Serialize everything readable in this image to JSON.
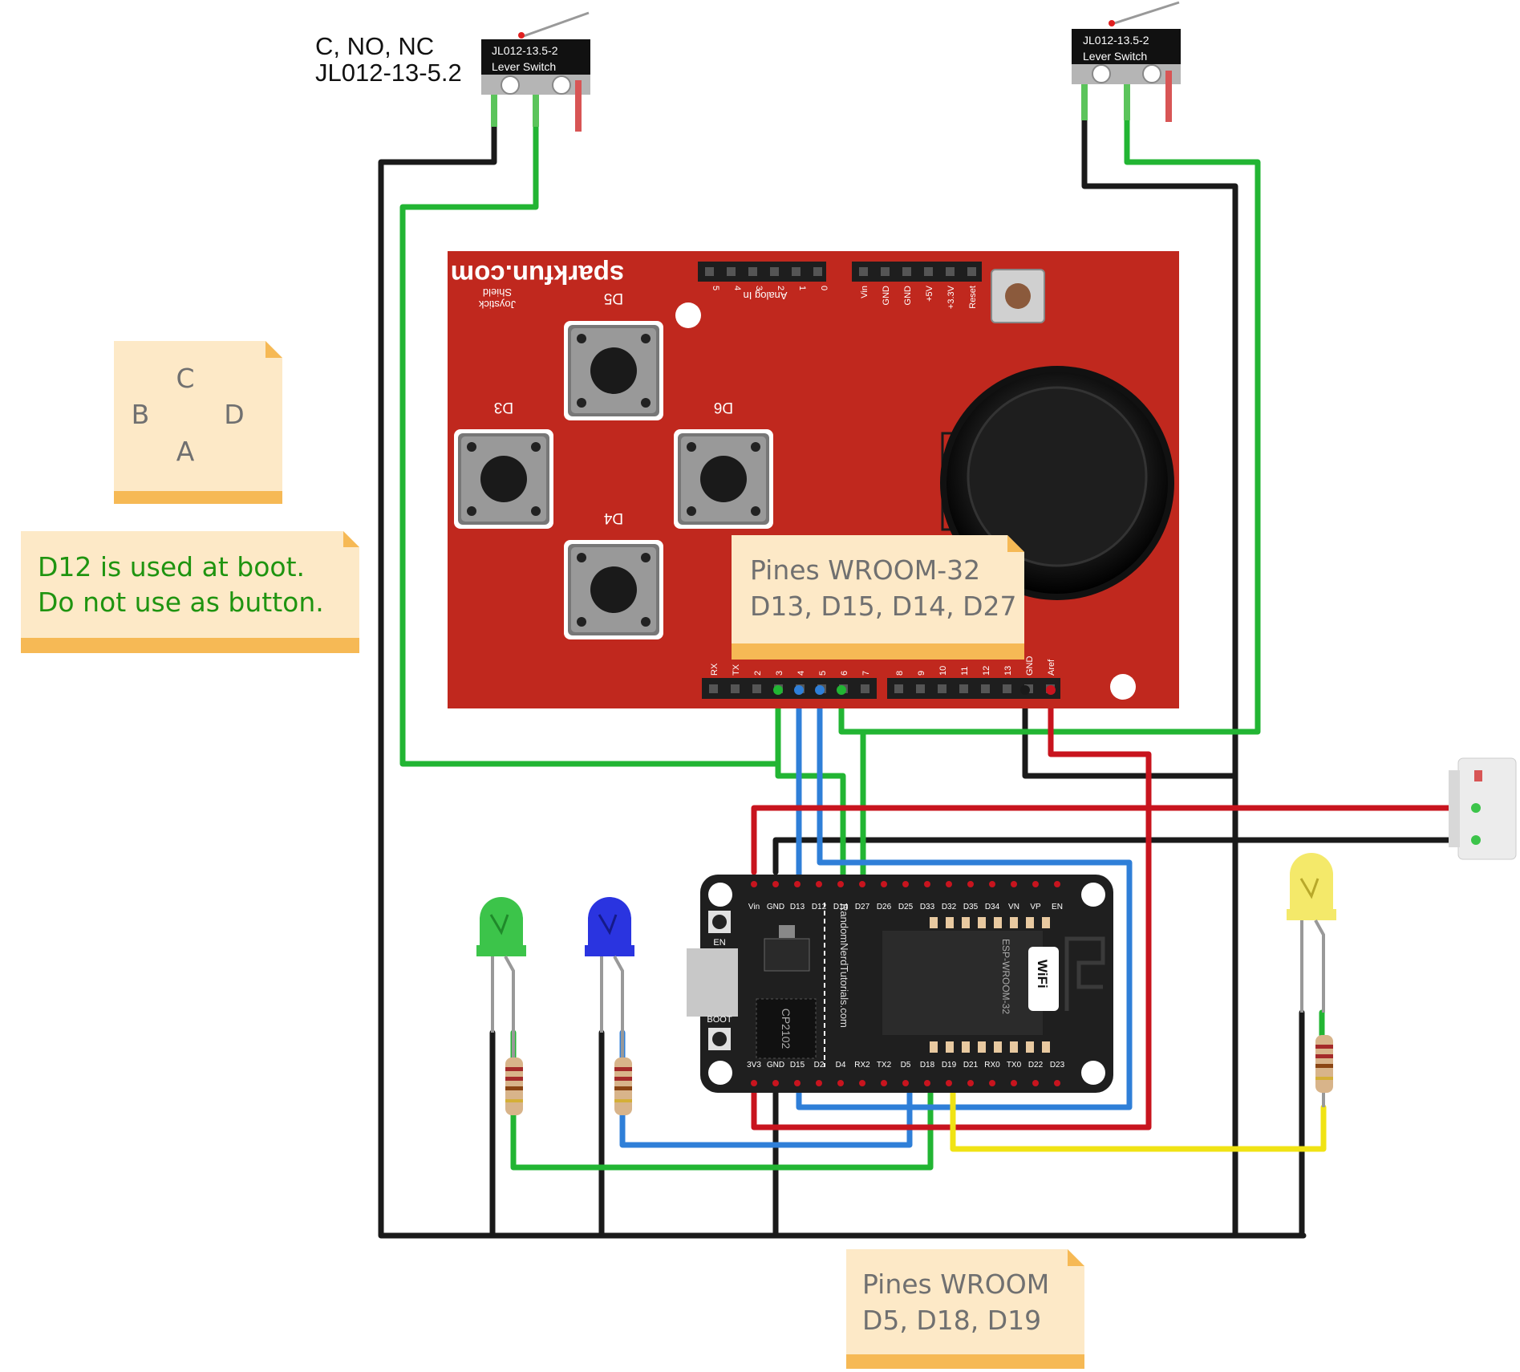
{
  "switch_left": {
    "label_line1": "C, NO, NC",
    "label_line2": "JL012-13-5.2",
    "model": "JL012-13.5-2",
    "type": "Lever Switch"
  },
  "switch_right": {
    "model": "JL012-13.5-2",
    "type": "Lever Switch"
  },
  "note_directions": {
    "c": "C",
    "b": "B",
    "d": "D",
    "a": "A"
  },
  "note_boot": {
    "line1": "D12 is used at boot.",
    "line2": "Do not use as button."
  },
  "note_shield_pins": {
    "line1": "Pines WROOM-32",
    "line2": "D13, D15, D14, D27"
  },
  "note_esp_pins": {
    "line1": "Pines WROOM",
    "line2": "D5, D18, D19"
  },
  "shield": {
    "brand": "sparkfun.com",
    "subtitle1": "Shield",
    "subtitle2": "Joystick",
    "analog_label": "Analog In",
    "analog_pins": [
      "5",
      "4",
      "3",
      "2",
      "1",
      "0"
    ],
    "power_pins": [
      "Vin",
      "GND",
      "GND",
      "+5V",
      "+3.3V",
      "Reset"
    ],
    "btn_top": "D5",
    "btn_left": "D3",
    "btn_right": "D6",
    "btn_bottom": "D4",
    "digital_pins_a": [
      "RX",
      "TX",
      "2",
      "3",
      "4",
      "5",
      "6",
      "7"
    ],
    "digital_pins_b": [
      "8",
      "9",
      "10",
      "11",
      "12",
      "13",
      "GND",
      "Aref"
    ]
  },
  "esp32": {
    "top_pins": [
      "Vin",
      "GND",
      "D13",
      "D12",
      "D14",
      "D27",
      "D26",
      "D25",
      "D33",
      "D32",
      "D35",
      "D34",
      "VN",
      "VP",
      "EN"
    ],
    "bottom_pins": [
      "3V3",
      "GND",
      "D15",
      "D2",
      "D4",
      "RX2",
      "TX2",
      "D5",
      "D18",
      "D19",
      "D21",
      "RX0",
      "TX0",
      "D22",
      "D23"
    ],
    "btn_en": "EN",
    "btn_boot": "BOOT",
    "chip": "CP2102",
    "vendor": "RandomNerdTutorials.com",
    "module": "ESP-WROOM-32",
    "wifi": "WiFi"
  },
  "colors": {
    "wire_black": "#1a1a1a",
    "wire_green": "#22b533",
    "wire_blue": "#2f7fd8",
    "wire_red": "#c8141e",
    "wire_yellow": "#f0e314",
    "shield_red": "#c0281e",
    "note_fill": "#fde9c7",
    "note_bar": "#f6b955",
    "note_green_text": "#1f9410",
    "note_gray_text": "#707070"
  },
  "leds": [
    "green-led",
    "blue-led",
    "yellow-led"
  ]
}
